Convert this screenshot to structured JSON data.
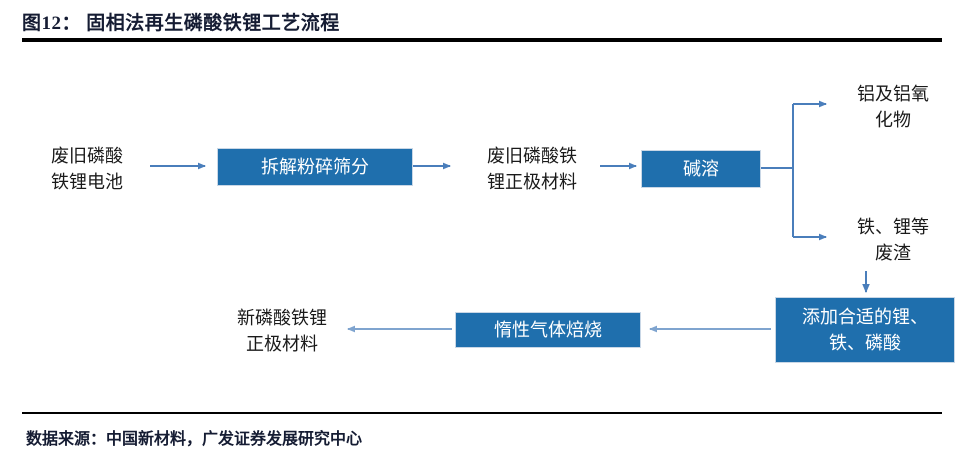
{
  "header": {
    "figure_label": "图12：",
    "title": "固相法再生磷酸铁锂工艺流程",
    "full_title": "图12： 固相法再生磷酸铁锂工艺流程"
  },
  "footer": {
    "source": "数据来源：中国新材料，广发证券发展研究中心"
  },
  "colors": {
    "box_fill": "#1F6FAD",
    "box_text": "#FFFFFF",
    "arrow": "#4A7EBB",
    "plain_text": "#1A1A1A",
    "rule": "#000000",
    "title_text": "#151C33",
    "background": "#FFFFFF"
  },
  "chart_data": {
    "type": "diagram",
    "title": "固相法再生磷酸铁锂工艺流程",
    "nodes": [
      {
        "id": "n1",
        "label": "废旧磷酸\n铁锂电池",
        "style": "plain"
      },
      {
        "id": "n2",
        "label": "拆解粉碎筛分",
        "style": "box"
      },
      {
        "id": "n3",
        "label": "废旧磷酸铁\n锂正极材料",
        "style": "plain"
      },
      {
        "id": "n4",
        "label": "碱溶",
        "style": "box"
      },
      {
        "id": "n5",
        "label": "铝及铝氧\n化物",
        "style": "plain"
      },
      {
        "id": "n6",
        "label": "铁、锂等\n废渣",
        "style": "plain"
      },
      {
        "id": "n7",
        "label": "添加合适的锂、\n铁、磷酸",
        "style": "box"
      },
      {
        "id": "n8",
        "label": "惰性气体焙烧",
        "style": "box"
      },
      {
        "id": "n9",
        "label": "新磷酸铁锂\n正极材料",
        "style": "plain"
      }
    ],
    "edges": [
      {
        "from": "n1",
        "to": "n2",
        "direction": "right"
      },
      {
        "from": "n2",
        "to": "n3",
        "direction": "right"
      },
      {
        "from": "n3",
        "to": "n4",
        "direction": "right"
      },
      {
        "from": "n4",
        "to": "n5",
        "direction": "branch-up-right"
      },
      {
        "from": "n4",
        "to": "n6",
        "direction": "branch-down-right"
      },
      {
        "from": "n6",
        "to": "n7",
        "direction": "down"
      },
      {
        "from": "n7",
        "to": "n8",
        "direction": "left"
      },
      {
        "from": "n8",
        "to": "n9",
        "direction": "left"
      }
    ]
  },
  "nodes": {
    "n1": {
      "label": "废旧磷酸\n铁锂电池"
    },
    "n2": {
      "label": "拆解粉碎筛分"
    },
    "n3": {
      "label": "废旧磷酸铁\n锂正极材料"
    },
    "n4": {
      "label": "碱溶"
    },
    "n5": {
      "label": "铝及铝氧\n化物"
    },
    "n6": {
      "label": "铁、锂等\n废渣"
    },
    "n7": {
      "label": "添加合适的锂、\n铁、磷酸"
    },
    "n8": {
      "label": "惰性气体焙烧"
    },
    "n9": {
      "label": "新磷酸铁锂\n正极材料"
    }
  }
}
